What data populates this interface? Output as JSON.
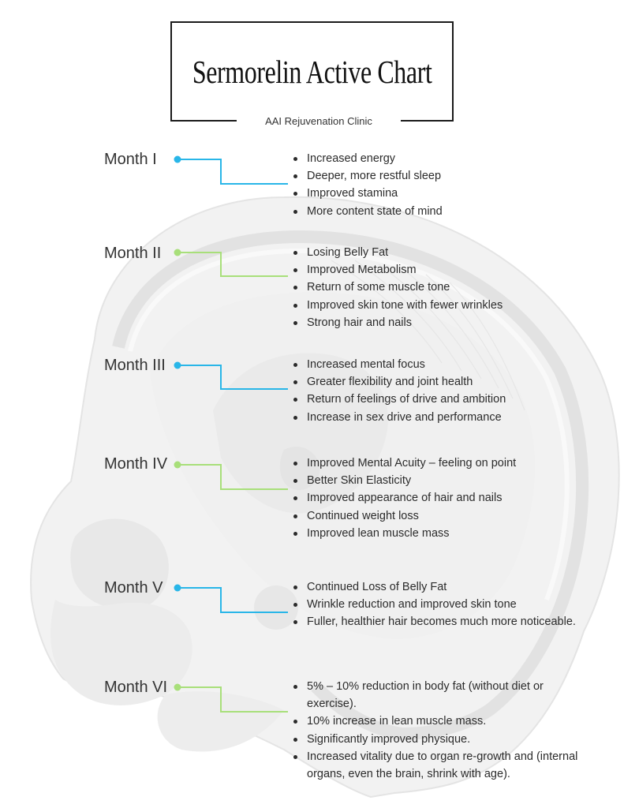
{
  "header": {
    "title": "Sermorelin Active Chart",
    "subtitle": "AAI Rejuvenation Clinic"
  },
  "colors": {
    "blue": "#29b6e8",
    "green": "#a8df7a",
    "frame": "#1a1a1a"
  },
  "months": [
    {
      "label": "Month I",
      "connector_color": "blue",
      "items": [
        "Increased energy",
        "Deeper, more restful sleep",
        "Improved stamina",
        "More content state of mind"
      ]
    },
    {
      "label": "Month II",
      "connector_color": "green",
      "items": [
        "Losing Belly Fat",
        "Improved Metabolism",
        "Return of some muscle tone",
        "Improved skin tone with fewer wrinkles",
        "Strong hair and nails"
      ]
    },
    {
      "label": "Month III",
      "connector_color": "blue",
      "items": [
        "Increased mental focus",
        "Greater flexibility and joint health",
        "Return of feelings of drive and ambition",
        "Increase in sex drive and performance"
      ]
    },
    {
      "label": "Month IV",
      "connector_color": "green",
      "items": [
        "Improved Mental Acuity – feeling on point",
        "Better Skin Elasticity",
        "Improved appearance of hair and nails",
        "Continued weight loss",
        "Improved lean muscle mass"
      ]
    },
    {
      "label": "Month V",
      "connector_color": "blue",
      "items": [
        "Continued Loss of Belly Fat",
        "Wrinkle reduction and improved skin tone",
        "Fuller, healthier hair becomes much more noticeable."
      ]
    },
    {
      "label": "Month VI",
      "connector_color": "green",
      "items": [
        "5% – 10% reduction in body fat (without diet or exercise).",
        "10% increase in lean muscle mass.",
        "Significantly improved physique.",
        "Increased vitality due to organ re-growth and (internal organs, even the brain, shrink with age)."
      ]
    }
  ]
}
